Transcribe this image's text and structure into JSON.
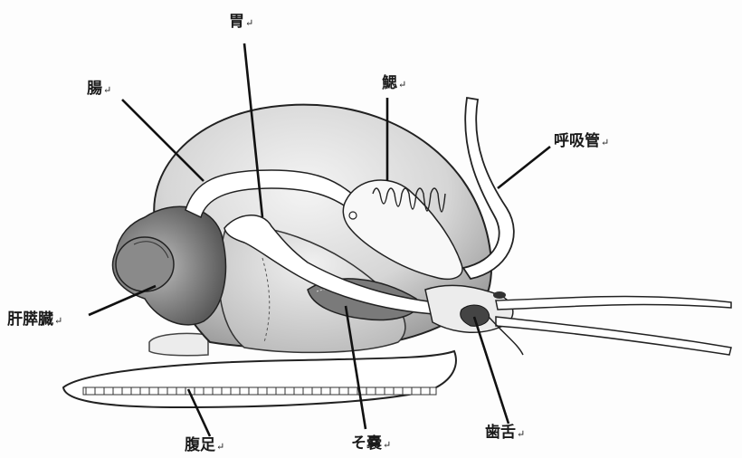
{
  "diagram": {
    "labels": {
      "stomach": "胃",
      "intestine": "腸",
      "gill": "鰓",
      "siphon": "呼吸管",
      "hepatopancreas": "肝膵臓",
      "foot": "腹足",
      "crop": "そ嚢",
      "radula": "歯舌"
    },
    "label_suffix": "↵"
  }
}
